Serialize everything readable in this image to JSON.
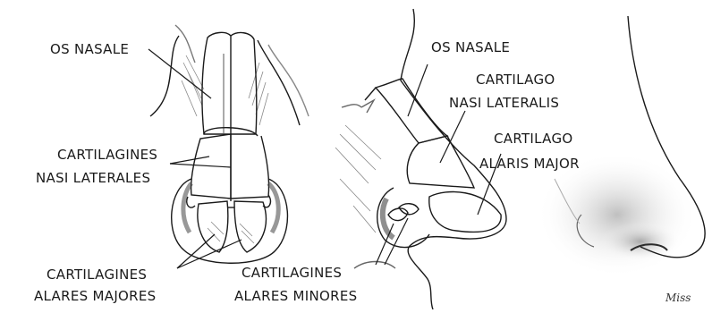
{
  "labels": {
    "front_os_nasale": "OS NASALE",
    "front_cart_lat_1": "CARTILAGINES",
    "front_cart_lat_2": "NASI LATERALES",
    "front_alar_maj_1": "CARTILAGINES",
    "front_alar_maj_2": "ALARES MAJORES",
    "side_os_nasale": "OS NASALE",
    "side_cart_nasi_1": "CARTILAGO",
    "side_cart_nasi_2": "NASI LATERALIS",
    "side_alaris_1": "CARTILAGO",
    "side_alaris_2": "ALARIS MAJOR",
    "side_alar_min_1": "CARTILAGINES",
    "side_alar_min_2": "ALARES MINORES"
  },
  "colors": {
    "ink": "#1a1a1a",
    "shade": "#6b6b6b",
    "light_shade": "#b5b5b5",
    "skin_shadow": "#9a9a9a"
  }
}
